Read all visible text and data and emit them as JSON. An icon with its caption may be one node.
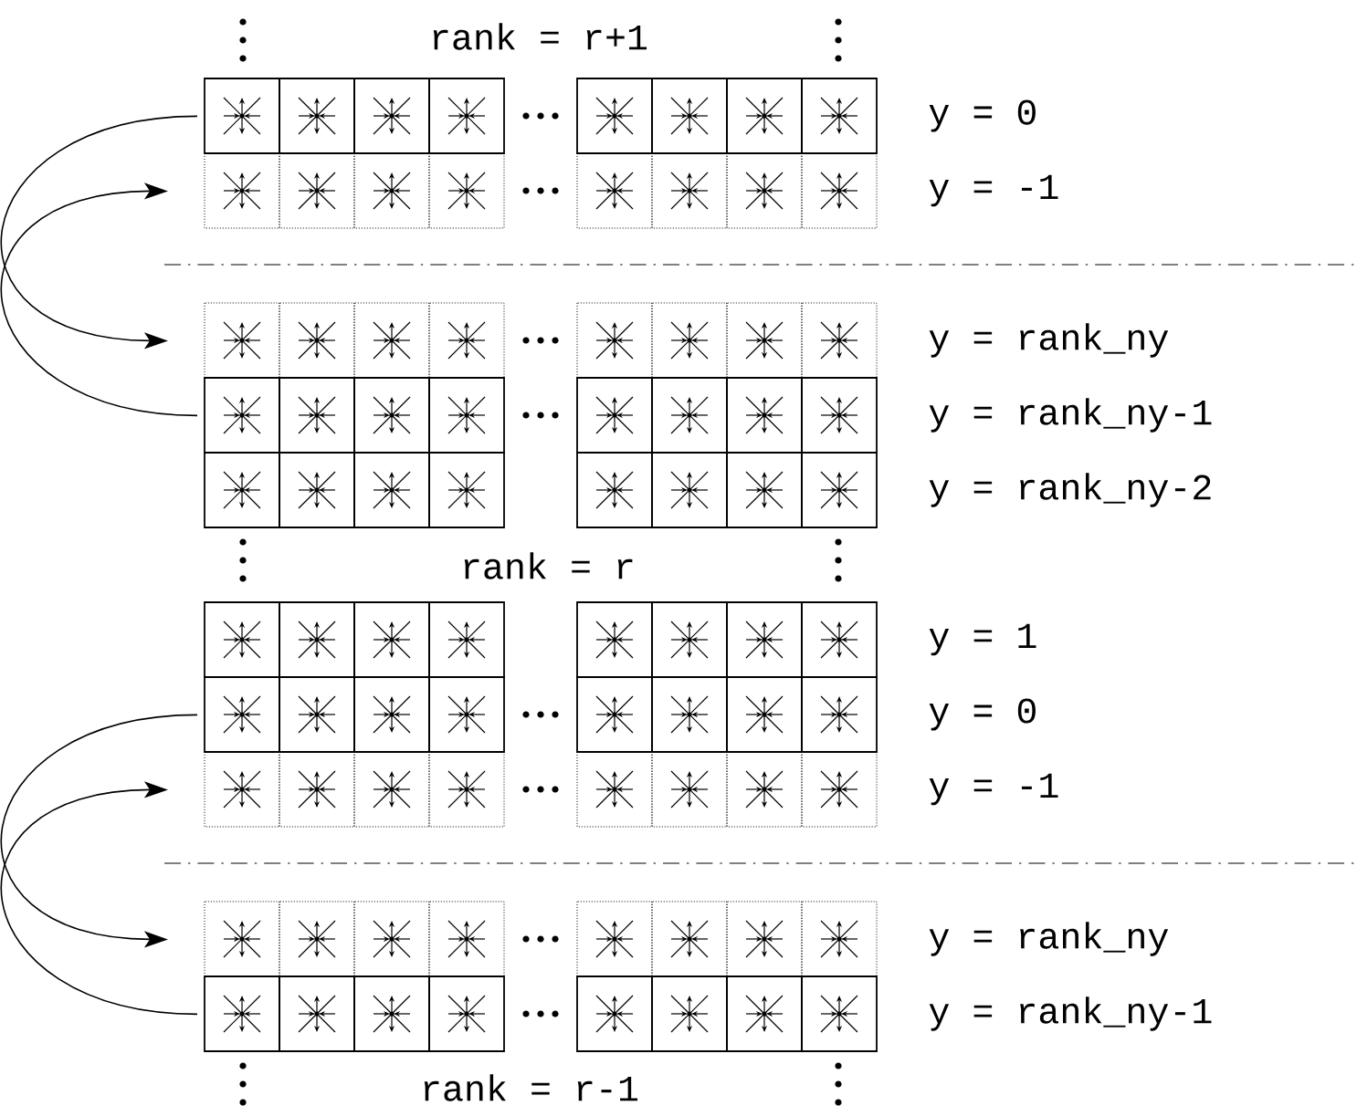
{
  "diagram": {
    "nodes": [
      {
        "text": [],
        "shape": "box",
        "beside": [
          "y = 0"
        ]
      },
      {
        "text": [],
        "shape": "box",
        "beside": [
          "y = -1"
        ]
      },
      {
        "text": [],
        "shape": "box",
        "beside": [
          "y = rank_ny"
        ]
      },
      {
        "text": [],
        "shape": "box",
        "beside": [
          "y = rank_ny-1"
        ]
      },
      {
        "text": [],
        "shape": "box",
        "beside": [
          "y = rank_ny-2"
        ]
      },
      {
        "text": [],
        "shape": "box",
        "beside": [
          "y = 1"
        ]
      },
      {
        "text": [],
        "shape": "box",
        "beside": [
          "y = 0"
        ]
      },
      {
        "text": [],
        "shape": "box",
        "beside": [
          "y = -1"
        ]
      },
      {
        "text": [],
        "shape": "box",
        "beside": [
          "y = rank_ny"
        ]
      },
      {
        "text": [],
        "shape": "box",
        "beside": [
          "y = rank_ny-1"
        ]
      }
    ],
    "edges": [
      {
        "from": 0,
        "to": 2,
        "arrow": "to"
      },
      {
        "from": 3,
        "to": 1,
        "arrow": "to"
      },
      {
        "from": 6,
        "to": 8,
        "arrow": "to"
      },
      {
        "from": 9,
        "to": 7,
        "arrow": "to"
      }
    ],
    "labels": [
      "rank = r+1",
      "rank = r",
      "rank = r-1"
    ]
  }
}
